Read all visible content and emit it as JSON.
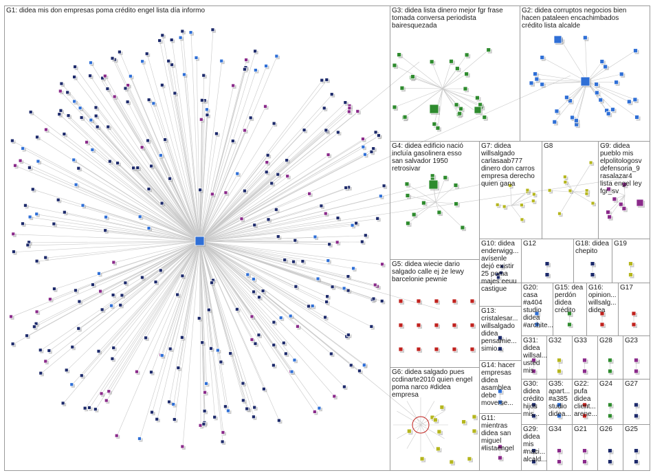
{
  "groups": [
    {
      "id": "G1",
      "label": "G1: didea mis don empresas poma crédito engel lista día informo"
    },
    {
      "id": "G3",
      "label": "G3: didea lista dinero mejor fgr frase\ntomada conversa periodista\nbairesquezada"
    },
    {
      "id": "G2",
      "label": "G2: didea corruptos negocios bien\nhacen pataleen encachimbados\ncrédito lista alcalde"
    },
    {
      "id": "G4",
      "label": "G4: didea edificio nació\nincluía gasolinera esso\nsan salvador 1950\nretrosivar"
    },
    {
      "id": "G7",
      "label": "G7: didea\nwillsalgado\ncarlasaab777\ndinero don carros\nempresa derecho\nquien gana"
    },
    {
      "id": "G8",
      "label": "G8"
    },
    {
      "id": "G9",
      "label": "G9: didea\npueblo mis\nelpolitologosv\ndefensoria_9\nrasalazar4\nlista engel ley\nfgr_sv"
    },
    {
      "id": "G10",
      "label": "G10: didea\nenderwigg...\navísenle\ndejó existir\n25 poma\nmajes eeuu\ncastigue"
    },
    {
      "id": "G12",
      "label": "G12"
    },
    {
      "id": "G18",
      "label": "G18: didea\nchepito"
    },
    {
      "id": "G19",
      "label": "G19"
    },
    {
      "id": "G5",
      "label": "G5: didea wiecie dario\nsalgado calle ej że lewy\nbarcelonie pewnie"
    },
    {
      "id": "G20",
      "label": "G20:\ncasa\n#a404\nstudio\ndidea\n#archite..."
    },
    {
      "id": "G15",
      "label": "G15: dea\nperdón\ndidea\ncrédito"
    },
    {
      "id": "G16",
      "label": "G16:\nopinion...\nwillsalg...\ndidea"
    },
    {
      "id": "G17",
      "label": "G17"
    },
    {
      "id": "G13",
      "label": "G13:\ncristalesar...\nwillsalgado\ndidea\npensamie...\nsimio..."
    },
    {
      "id": "G31",
      "label": "G31:\ndidea\nwillsal...\nusted\nmis"
    },
    {
      "id": "G32",
      "label": "G32"
    },
    {
      "id": "G33",
      "label": "G33"
    },
    {
      "id": "G28",
      "label": "G28"
    },
    {
      "id": "G23",
      "label": "G23"
    },
    {
      "id": "G14",
      "label": "G14: hacer\nempresas\ndidea\nasamblea\ndebe\nmoverse..."
    },
    {
      "id": "G6",
      "label": "G6: didea salgado pues\nccdinarte2010 quien engel\npoma narco #didea\nempresa"
    },
    {
      "id": "G30",
      "label": "G30:\ndidea\ncrédito\nhijos\nmis..."
    },
    {
      "id": "G35",
      "label": "G35:\napart...\n#a385\nstudio\ndidea..."
    },
    {
      "id": "G22",
      "label": "G22:\npufa\ndidea\nclient...\narene..."
    },
    {
      "id": "G24",
      "label": "G24"
    },
    {
      "id": "G27",
      "label": "G27"
    },
    {
      "id": "G11",
      "label": "G11:\nmientras\ndidea san\nmiguel\n#listaengel"
    },
    {
      "id": "G29",
      "label": "G29:\ndidea\nmis\n#naci...\nalcald..."
    },
    {
      "id": "G34",
      "label": "G34"
    },
    {
      "id": "G21",
      "label": "G21"
    },
    {
      "id": "G26",
      "label": "G26"
    },
    {
      "id": "G25",
      "label": "G25"
    }
  ],
  "colors": {
    "border": "#9a9a9a",
    "edge": "#c8c8c8",
    "node_navy": "#1d2a6b",
    "node_blue": "#2f6fd6",
    "node_green": "#2e8b2e",
    "node_red": "#c0221e",
    "node_purple": "#8a2a8a",
    "node_olive": "#b5b61e",
    "shadow": "#9a9a9a"
  }
}
